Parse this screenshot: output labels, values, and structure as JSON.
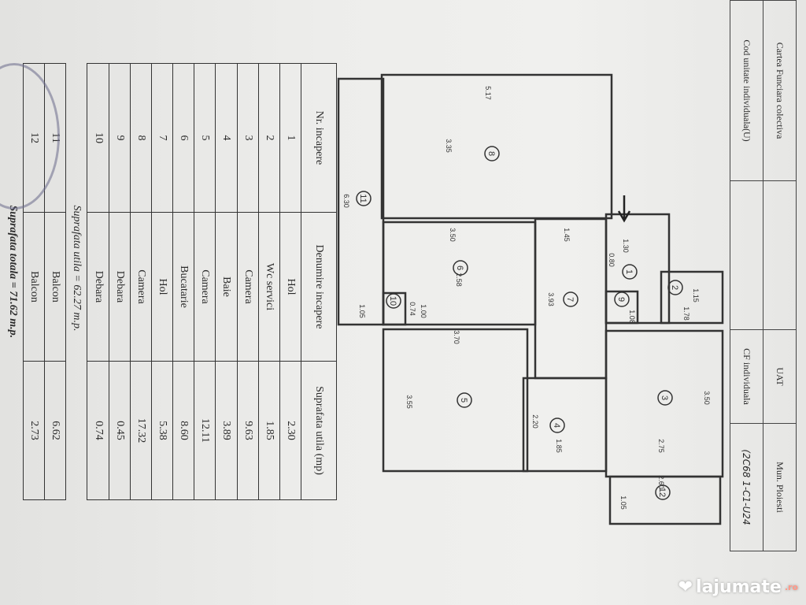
{
  "header": {
    "carte_funciara": "Cartea Funciara colectiva",
    "cod_unitate": "Cod unitate individuala(U)",
    "uat_label": "UAT",
    "uat_value": "Mun. Ploiesti",
    "cf_label": "CF individuala",
    "cf_value": "(2C68 1-C1-U24"
  },
  "table": {
    "col_nr": "Nr. incapere",
    "col_name": "Denumire incapere",
    "col_area": "Suprafata utila (mp)",
    "rows": [
      {
        "nr": "1",
        "name": "Hol",
        "area": "2.30"
      },
      {
        "nr": "2",
        "name": "Wc servici",
        "area": "1.85"
      },
      {
        "nr": "3",
        "name": "Camera",
        "area": "9.63"
      },
      {
        "nr": "4",
        "name": "Baie",
        "area": "3.89"
      },
      {
        "nr": "5",
        "name": "Camera",
        "area": "12.11"
      },
      {
        "nr": "6",
        "name": "Bucatarie",
        "area": "8.60"
      },
      {
        "nr": "7",
        "name": "Hol",
        "area": "5.38"
      },
      {
        "nr": "8",
        "name": "Camera",
        "area": "17.32"
      },
      {
        "nr": "9",
        "name": "Debara",
        "area": "0.45"
      },
      {
        "nr": "10",
        "name": "Debara",
        "area": "0.74"
      }
    ],
    "useful_total": "Suprafata utila = 62.27 m.p.",
    "balconies": [
      {
        "nr": "11",
        "name": "Balcon",
        "area": "6.62"
      },
      {
        "nr": "12",
        "name": "Balcon",
        "area": "2.73"
      }
    ],
    "grand_total": "Suprafata totala = 71.62 m.p."
  },
  "plan": {
    "room_numbers": [
      "1",
      "2",
      "3",
      "4",
      "5",
      "6",
      "7",
      "8",
      "9",
      "10",
      "11",
      "12"
    ],
    "dimensions": [
      "5.17",
      "3.35",
      "6.30",
      "3.50",
      "2.58",
      "1.45",
      "3.93",
      "1.30",
      "0.80",
      "1.15",
      "1.78",
      "1.08",
      "1.05",
      "0.74",
      "1.00",
      "3.70",
      "3.55",
      "2.20",
      "1.85",
      "2.75",
      "3.50",
      "2.60",
      "1.05"
    ]
  },
  "watermark": {
    "name": "lajumate",
    "tld": ".ro"
  }
}
